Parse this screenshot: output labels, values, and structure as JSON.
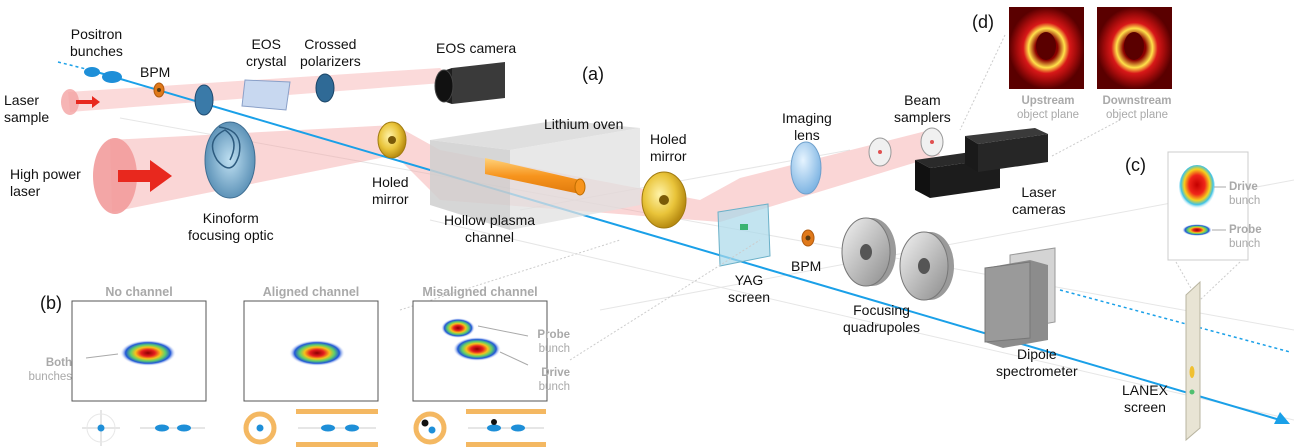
{
  "colors": {
    "beam": "#1aa0e8",
    "laser_beam": "#f4a3a3",
    "laser_arrow": "#e8281e",
    "plasma": "#f7941d",
    "mirror": "#e8c53a",
    "label_grey": "#a9a9a9"
  },
  "panels": {
    "a": "(a)",
    "b": "(b)",
    "c": "(c)",
    "d": "(d)"
  },
  "labels": {
    "positron_bunches": "Positron\nbunches",
    "bpm_top": "BPM",
    "eos_crystal": "EOS\ncrystal",
    "crossed_polarizers": "Crossed\npolarizers",
    "eos_camera": "EOS camera",
    "laser_sample": "Laser\nsample",
    "high_power_laser": "High power\nlaser",
    "kinoform": "Kinoform\nfocusing optic",
    "holed_mirror_1": "Holed\nmirror",
    "lithium_oven": "Lithium oven",
    "hollow_plasma": "Hollow plasma\nchannel",
    "holed_mirror_2": "Holed\nmirror",
    "imaging_lens": "Imaging\nlens",
    "beam_samplers": "Beam\nsamplers",
    "laser_cameras": "Laser\ncameras",
    "yag_screen": "YAG\nscreen",
    "bpm_bottom": "BPM",
    "focusing_quads": "Focusing\nquadrupoles",
    "dipole": "Dipole\nspectrometer",
    "lanex": "LANEX\nscreen"
  },
  "panel_d": {
    "upstream_bold": "Upstream",
    "upstream_rest": "object plane",
    "downstream_bold": "Downstream",
    "downstream_rest": "object plane"
  },
  "panel_c": {
    "drive_bold": "Drive",
    "drive_rest": "bunch",
    "probe_bold": "Probe",
    "probe_rest": "bunch"
  },
  "panel_b": {
    "titles": [
      "No channel",
      "Aligned channel",
      "Misaligned channel"
    ],
    "both_bold": "Both",
    "both_rest": "bunches",
    "probe_bold": "Probe",
    "probe_rest": "bunch",
    "drive_bold": "Drive",
    "drive_rest": "bunch"
  }
}
